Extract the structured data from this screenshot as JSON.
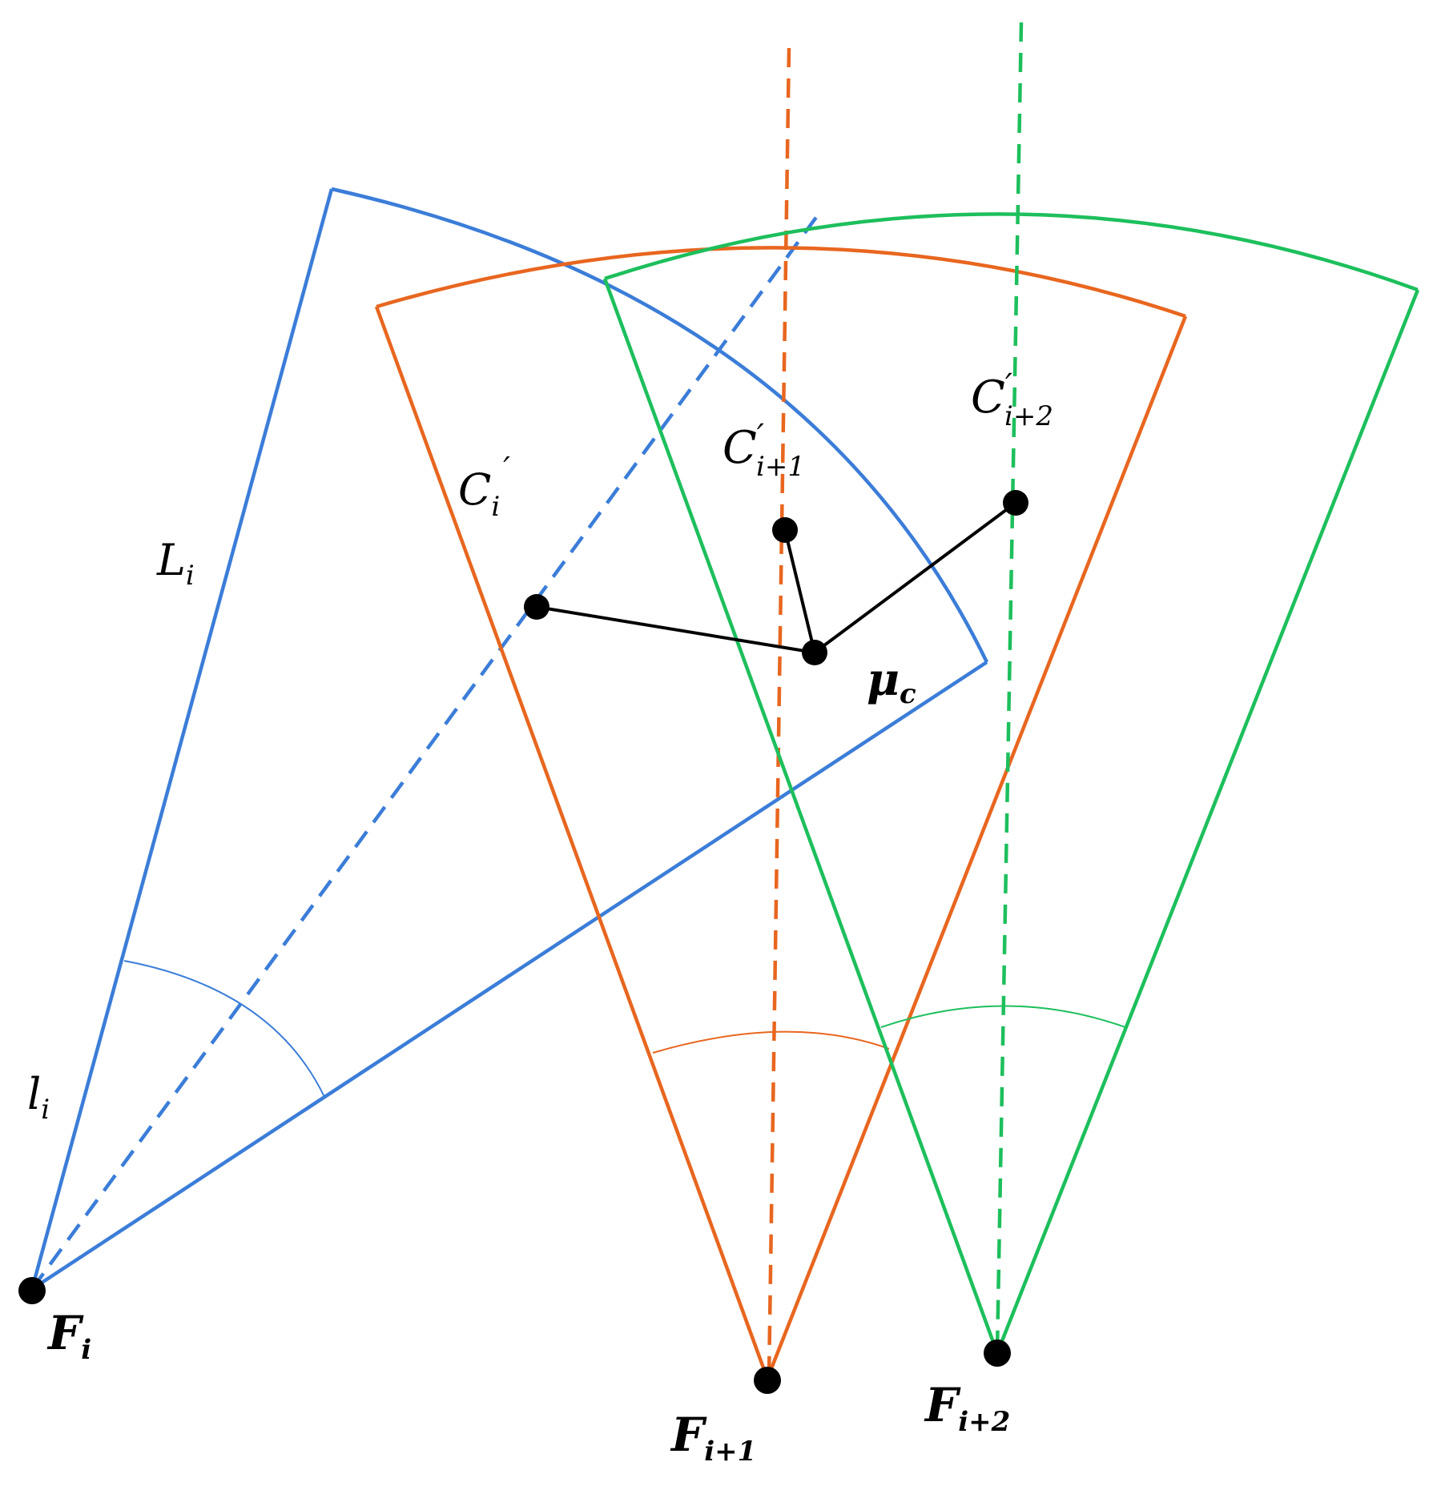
{
  "colors": {
    "blue": "#3b7dd8",
    "orange": "#e8661f",
    "green": "#1dbf5c",
    "black": "#000000",
    "background": "#ffffff"
  },
  "labels": {
    "L_i": {
      "main": "L",
      "sub": "i"
    },
    "l_i": {
      "main": "l",
      "sub": "i"
    },
    "C_i": {
      "main": "C",
      "sub": "i",
      "sup": "′"
    },
    "C_i1": {
      "main": "C",
      "sub": "i+1",
      "sup": "′"
    },
    "C_i2": {
      "main": "C",
      "sub": "i+2",
      "sup": "′"
    },
    "mu_c": {
      "main": "μ",
      "sub": "c"
    },
    "F_i": {
      "main": "F",
      "sub": "i"
    },
    "F_i1": {
      "main": "F",
      "sub": "i+1"
    },
    "F_i2": {
      "main": "F",
      "sub": "i+2"
    }
  }
}
